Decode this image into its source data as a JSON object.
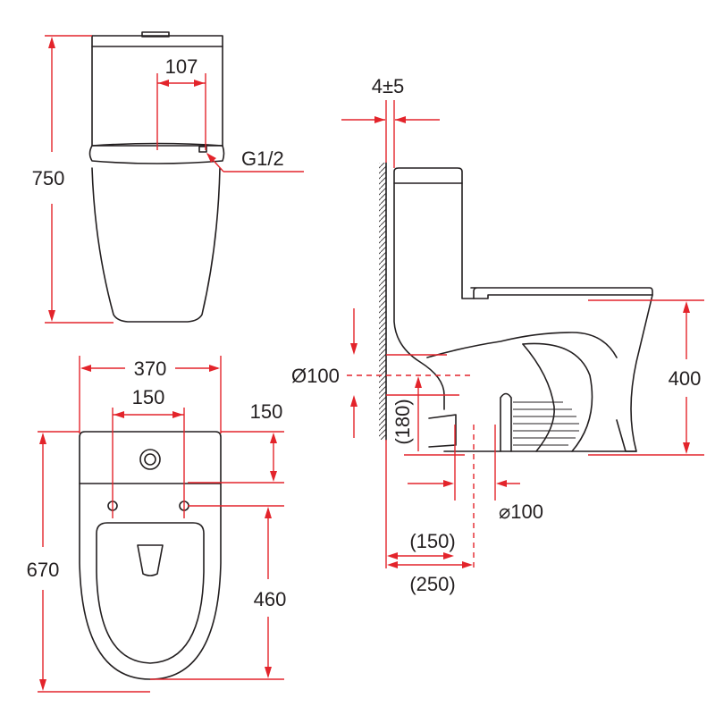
{
  "diagram": {
    "colors": {
      "outline": "#231f20",
      "dimension": "#e3242b",
      "background": "#ffffff"
    },
    "front_view": {
      "height_total": "750",
      "inlet_offset": "107",
      "inlet_thread": "G1/2"
    },
    "top_view": {
      "width_total": "370",
      "bolt_spacing": "150",
      "bolt_offset": "150",
      "depth_total": "670",
      "bolt_to_front": "460"
    },
    "side_view": {
      "wall_gap": "4±5",
      "outlet_diameter": "Ø100",
      "outlet_height": "(180)",
      "seat_height": "400",
      "floor_outlet_diameter": "⌀100",
      "rough_in_min": "(150)",
      "rough_in_max": "(250)"
    }
  }
}
